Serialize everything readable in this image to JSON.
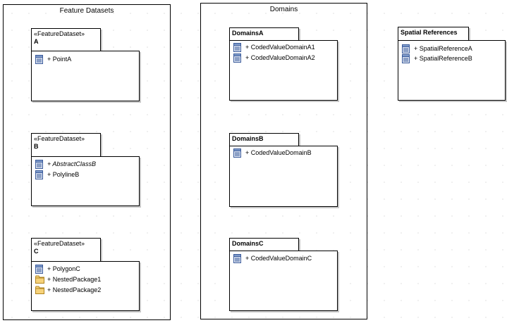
{
  "frames": {
    "feature_datasets": "Feature Datasets",
    "domains": "Domains"
  },
  "packages": {
    "a": {
      "stereotype": "«FeatureDataset»",
      "name": "A",
      "members": [
        "+ PointA"
      ]
    },
    "b": {
      "stereotype": "«FeatureDataset»",
      "name": "B",
      "members": [
        "+ AbstractClassB",
        "+ PolylineB"
      ]
    },
    "c": {
      "stereotype": "«FeatureDataset»",
      "name": "C",
      "members": [
        "+ PolygonC",
        "+ NestedPackage1",
        "+ NestedPackage2"
      ]
    },
    "domains_a": {
      "name": "DomainsA",
      "members": [
        "+ CodedValueDomainA1",
        "+ CodedValueDomainA2"
      ]
    },
    "domains_b": {
      "name": "DomainsB",
      "members": [
        "+ CodedValueDomainB"
      ]
    },
    "domains_c": {
      "name": "DomainsC",
      "members": [
        "+ CodedValueDomainC"
      ]
    },
    "spatial_references": {
      "name": "Spatial References",
      "members": [
        "+ SpatialReferenceA",
        "+ SpatialReferenceB"
      ]
    }
  },
  "icons": {
    "class": "class-icon",
    "package": "package-folder-icon"
  },
  "colors": {
    "class_icon_fill": "#dfe6f3",
    "class_icon_stroke": "#3a5a9a",
    "folder_fill": "#f6d27a",
    "folder_stroke": "#b08420"
  }
}
